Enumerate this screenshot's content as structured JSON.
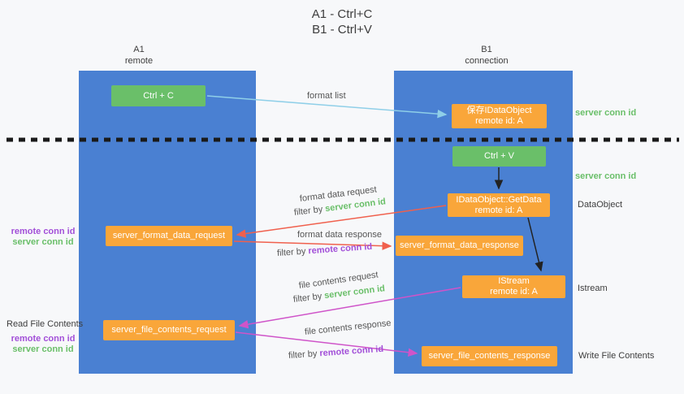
{
  "title": {
    "line1": "A1 - Ctrl+C",
    "line2": "B1 - Ctrl+V"
  },
  "lanes": {
    "left": {
      "name": "A1",
      "role": "remote"
    },
    "right": {
      "name": "B1",
      "role": "connection"
    }
  },
  "nodes": {
    "ctrl_c": {
      "label": "Ctrl + C"
    },
    "save_idataobject": {
      "line1": "保存IDataObject",
      "line2": "remote id: A"
    },
    "ctrl_v": {
      "label": "Ctrl + V"
    },
    "idataobject_getdata": {
      "line1": "IDataObject::GetData",
      "line2": "remote id: A"
    },
    "server_format_data_request": {
      "label": "server_format_data_request"
    },
    "server_format_data_response": {
      "label": "server_format_data_response"
    },
    "istream": {
      "line1": "IStream",
      "line2": "remote id: A"
    },
    "server_file_contents_request": {
      "label": "server_file_contents_request"
    },
    "server_file_contents_response": {
      "label": "server_file_contents_response"
    }
  },
  "arrow_labels": {
    "format_list": "format list",
    "format_data_request": "format data request",
    "format_data_response": "format data response",
    "file_contents_request": "file contents request",
    "file_contents_response": "file contents response"
  },
  "terms": {
    "filter_by": "filter by ",
    "server_conn_id": "server conn id",
    "remote_conn_id": "remote conn id"
  },
  "side_labels": {
    "dataobject": "DataObject",
    "istream": "Istream",
    "write_file_contents": "Write File Contents",
    "read_file_contents": "Read File Contents"
  },
  "colors": {
    "lane_blue": "#4a80d2",
    "node_green": "#6abf69",
    "node_orange": "#f9a63a",
    "arrow_lightblue": "#8fcfe8",
    "arrow_red": "#f0604d",
    "arrow_magenta": "#cf54c9",
    "arrow_black": "#222222",
    "text_green": "#6abf69",
    "text_purple": "#a24fd8",
    "text_gray": "#555555"
  }
}
